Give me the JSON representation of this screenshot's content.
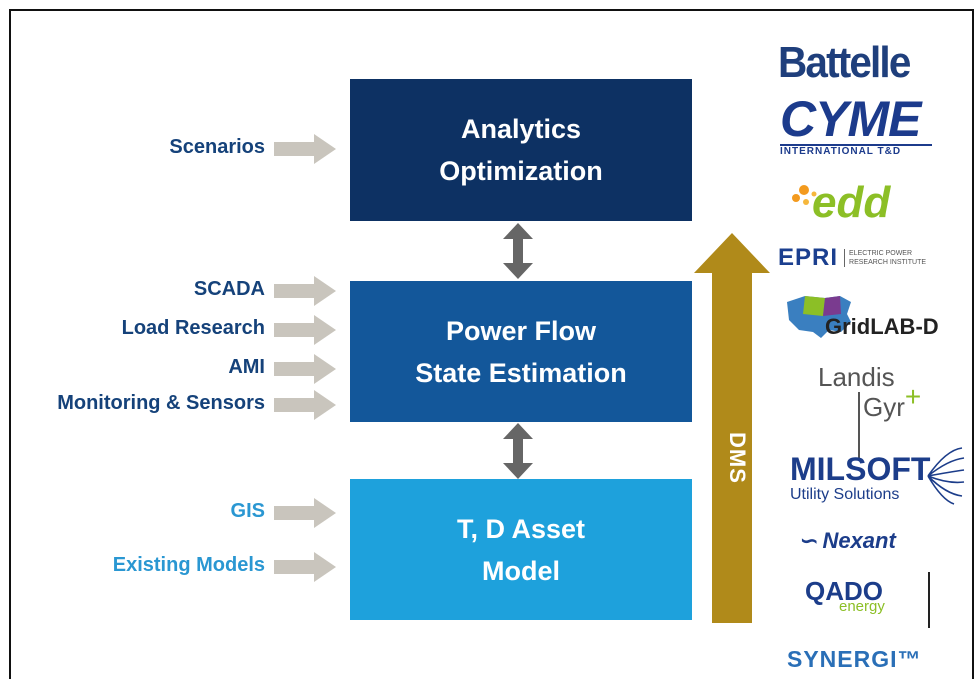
{
  "boxes": {
    "analytics": [
      "Analytics",
      "Optimization"
    ],
    "power": [
      "Power Flow",
      "State Estimation"
    ],
    "asset": [
      "T, D Asset",
      "Model"
    ]
  },
  "inputs": {
    "scenarios": "Scenarios",
    "scada": "SCADA",
    "load_research": "Load Research",
    "ami": "AMI",
    "monitoring": "Monitoring & Sensors",
    "gis": "GIS",
    "existing_models": "Existing Models"
  },
  "dms": "DMS",
  "logos": {
    "battelle": "Battelle",
    "cyme_word": "CYME",
    "cyme_sub": "INTERNATIONAL T&D",
    "edd": "edd",
    "epri_word": "EPRI",
    "epri_sub": [
      "ELECTRIC POWER",
      "RESEARCH INSTITUTE"
    ],
    "gridlab": "GridLAB-D",
    "landis": [
      "Landis",
      "Gyr"
    ],
    "landis_plus": "+",
    "milsoft_word": "MILSOFT",
    "milsoft_sub": "Utility Solutions",
    "nexant": "Nexant",
    "qado_word": "QADO",
    "qado_sub": "energy",
    "synergi": "SYNERGI™"
  },
  "colors": {
    "analytics_box": "#0d3163",
    "power_box": "#13579a",
    "asset_box": "#1ea1dc",
    "input_arrow": "#c9c5bd",
    "dms_arrow": "#b08a1a",
    "double_arrow": "#666666"
  }
}
